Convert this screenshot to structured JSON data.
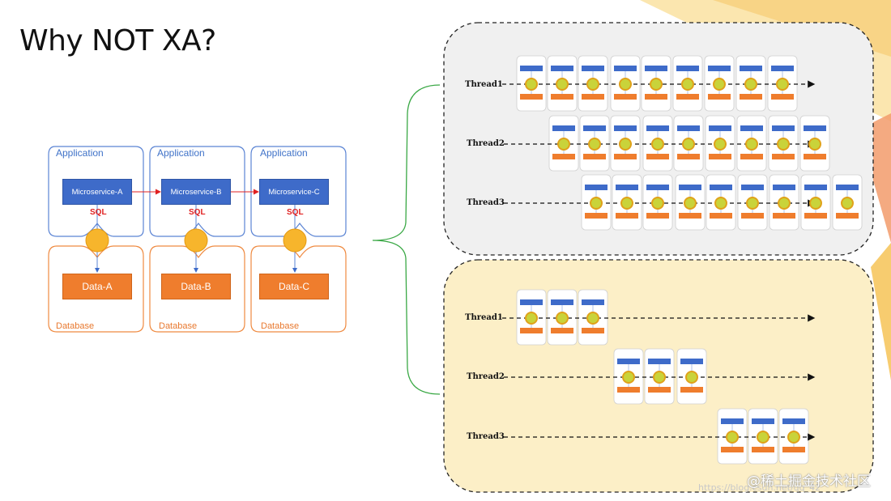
{
  "title": "Why NOT XA?",
  "services": [
    {
      "app_label": "Application",
      "service": "Microservice-A",
      "sql": "SQL",
      "data": "Data-A",
      "db_label": "Database"
    },
    {
      "app_label": "Application",
      "service": "Microservice-B",
      "sql": "SQL",
      "data": "Data-B",
      "db_label": "Database"
    },
    {
      "app_label": "Application",
      "service": "Microservice-C",
      "sql": "SQL",
      "data": "Data-C",
      "db_label": "Database"
    }
  ],
  "panels": [
    {
      "name": "xa-panel",
      "background": "#f0f0f0",
      "threads": [
        {
          "label": "Thread1",
          "units": 9
        },
        {
          "label": "Thread2",
          "units": 9
        },
        {
          "label": "Thread3",
          "units": 9
        }
      ]
    },
    {
      "name": "local-panel",
      "background": "#fcefc7",
      "threads": [
        {
          "label": "Thread1",
          "units": 3
        },
        {
          "label": "Thread2",
          "units": 3
        },
        {
          "label": "Thread3",
          "units": 3
        }
      ]
    }
  ],
  "colors": {
    "accent_blue": "#3e6bc9",
    "accent_orange": "#ef7d2d",
    "node_yellow": "#f7b52c",
    "sql_red": "#e02020",
    "brace_green": "#3aa845"
  },
  "watermark": {
    "text": "@稀土掘金技术社区",
    "url": "https://blog.csdn.net/qq_42"
  }
}
